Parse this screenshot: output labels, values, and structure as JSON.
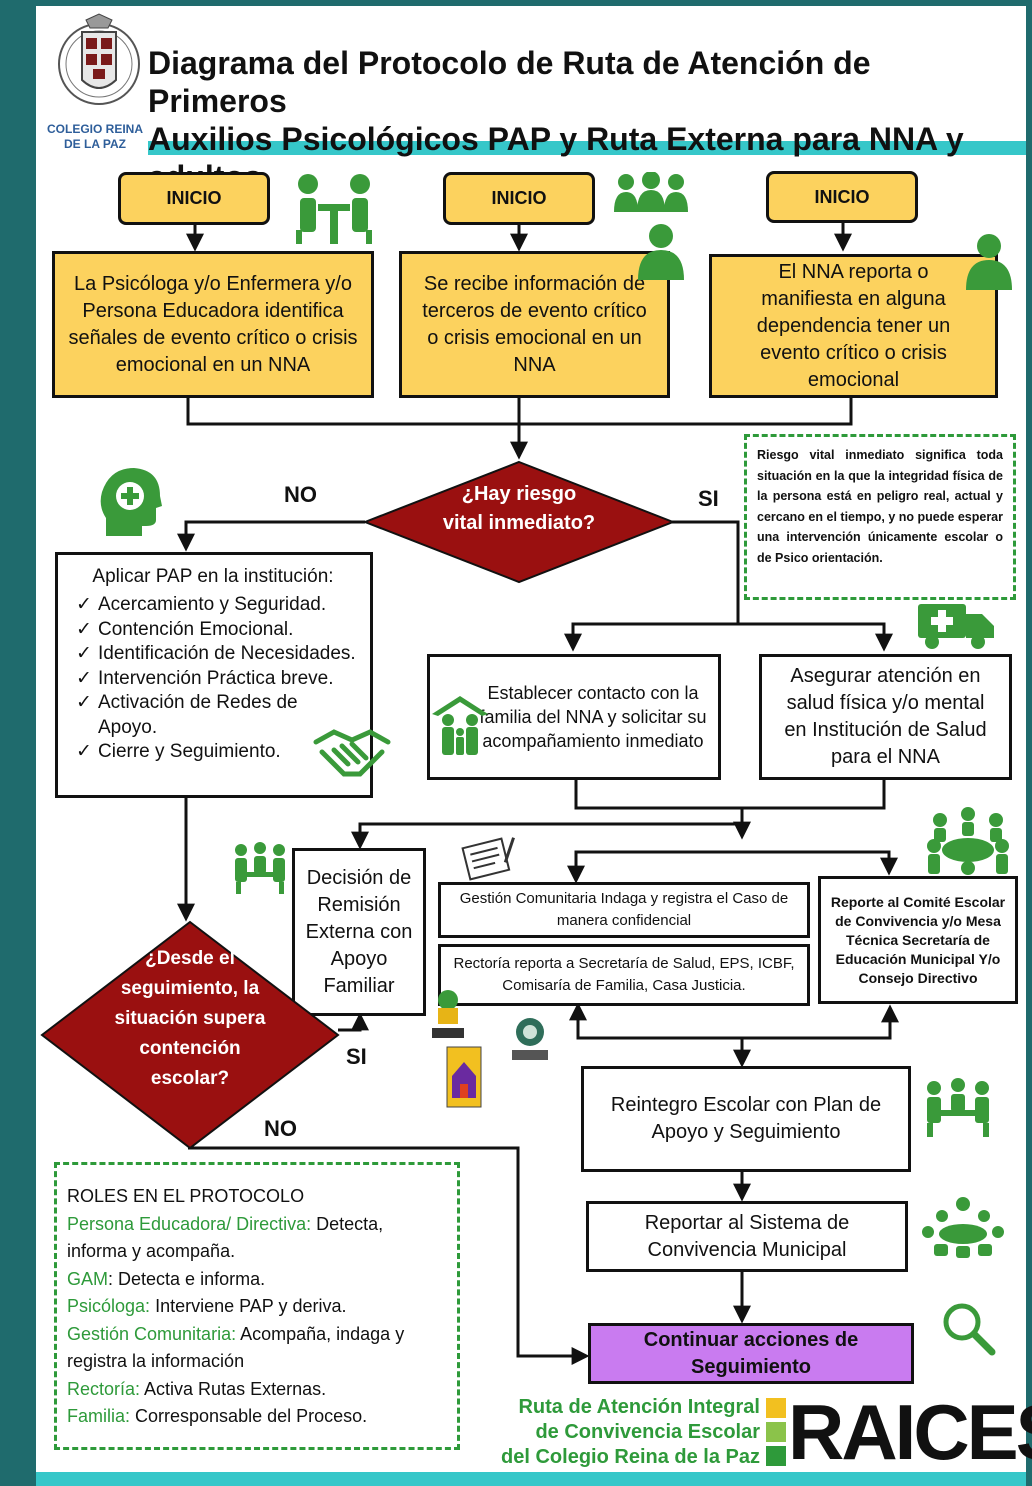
{
  "header": {
    "title_line1": "Diagrama del Protocolo de Ruta de Atención de Primeros",
    "title_line2": "Auxilios Psicológicos PAP y Ruta Externa para NNA y adultos.",
    "logo_text": "COLEGIO REINA DE LA PAZ"
  },
  "starts": [
    {
      "label": "INICIO",
      "text": "La Psicóloga y/o Enfermera  y/o Persona Educadora identifica señales de evento crítico o crisis emocional en un NNA"
    },
    {
      "label": "INICIO",
      "text": "Se recibe información de terceros  de evento crítico o crisis emocional en un NNA"
    },
    {
      "label": "INICIO",
      "text": "El NNA reporta o manifiesta en alguna dependencia  tener un evento crítico o crisis emocional"
    }
  ],
  "decision1": {
    "text": "¿Hay riesgo vital inmediato?",
    "no": "NO",
    "yes": "SI"
  },
  "risk_note": "Riesgo vital inmediato significa toda situación en la que la integridad física de la persona está en peligro real, actual y cercano en el tiempo, y no puede esperar una intervención únicamente escolar o de Psico orientación.",
  "pap": {
    "heading": "Aplicar PAP en la institución:",
    "items": [
      "Acercamiento y Seguridad.",
      "Contención Emocional.",
      "Identificación de Necesidades.",
      "Intervención Práctica breve.",
      "Activación de Redes de Apoyo.",
      "Cierre y Seguimiento."
    ]
  },
  "contact_family": "Establecer contacto con la familia del NNA y solicitar su acompañamiento inmediato",
  "health_care": "Asegurar atención  en salud física y/o mental en Institución de Salud para el NNA",
  "decision2": {
    "text": "¿Desde el seguimiento, la situación supera contención escolar?",
    "yes": "SI",
    "no": "NO"
  },
  "referral": "Decisión de Remisión Externa con Apoyo Familiar",
  "community": "Gestión Comunitaria Indaga y registra el Caso de manera confidencial",
  "rectoria": "Rectoría reporta  a Secretaría de Salud, EPS, ICBF, Comisaría de Familia, Casa Justicia.",
  "committee": "Reporte al Comité Escolar  de Convivencia y/o Mesa Técnica Secretaría de Educación Municipal Y/o Consejo Directivo",
  "reintegro": "Reintegro Escolar con Plan de Apoyo y Seguimiento",
  "reportar": "Reportar al Sistema de Convivencia Municipal",
  "continuar": "Continuar acciones de Seguimiento",
  "roles": {
    "title": "ROLES EN EL PROTOCOLO",
    "entries": [
      {
        "role": "Persona Educadora/ Directiva:",
        "desc": " Detecta, informa y acompaña."
      },
      {
        "role": "GAM",
        "desc": ": Detecta e informa."
      },
      {
        "role": "Psicóloga:",
        "desc": " Interviene PAP y deriva."
      },
      {
        "role": "Gestión Comunitaria:",
        "desc": " Acompaña, indaga y registra la información"
      },
      {
        "role": "Rectoría:",
        "desc": " Activa Rutas Externas."
      },
      {
        "role": "Familia:",
        "desc": " Corresponsable del Proceso."
      }
    ]
  },
  "footer": {
    "route_line1": "Ruta de Atención Integral",
    "route_line2": "de Convivencia Escolar",
    "route_line3": "del Colegio Reina de la Paz",
    "brand": "RAICES"
  },
  "colors": {
    "teal": "#36c7c9",
    "dark_teal": "#1f6b6d",
    "yellow": "#fcd25e",
    "decision_red": "#9a1010",
    "green": "#2e9a3a",
    "purple": "#c97bf0"
  },
  "icons": [
    "meeting-table-icon",
    "group-icon",
    "person-icon",
    "person-icon",
    "head-health-icon",
    "ambulance-icon",
    "family-icon",
    "handshake-icon",
    "team-icon",
    "notepad-icon",
    "conference-icon",
    "team-icon",
    "meeting-icon",
    "magnifier-icon"
  ]
}
